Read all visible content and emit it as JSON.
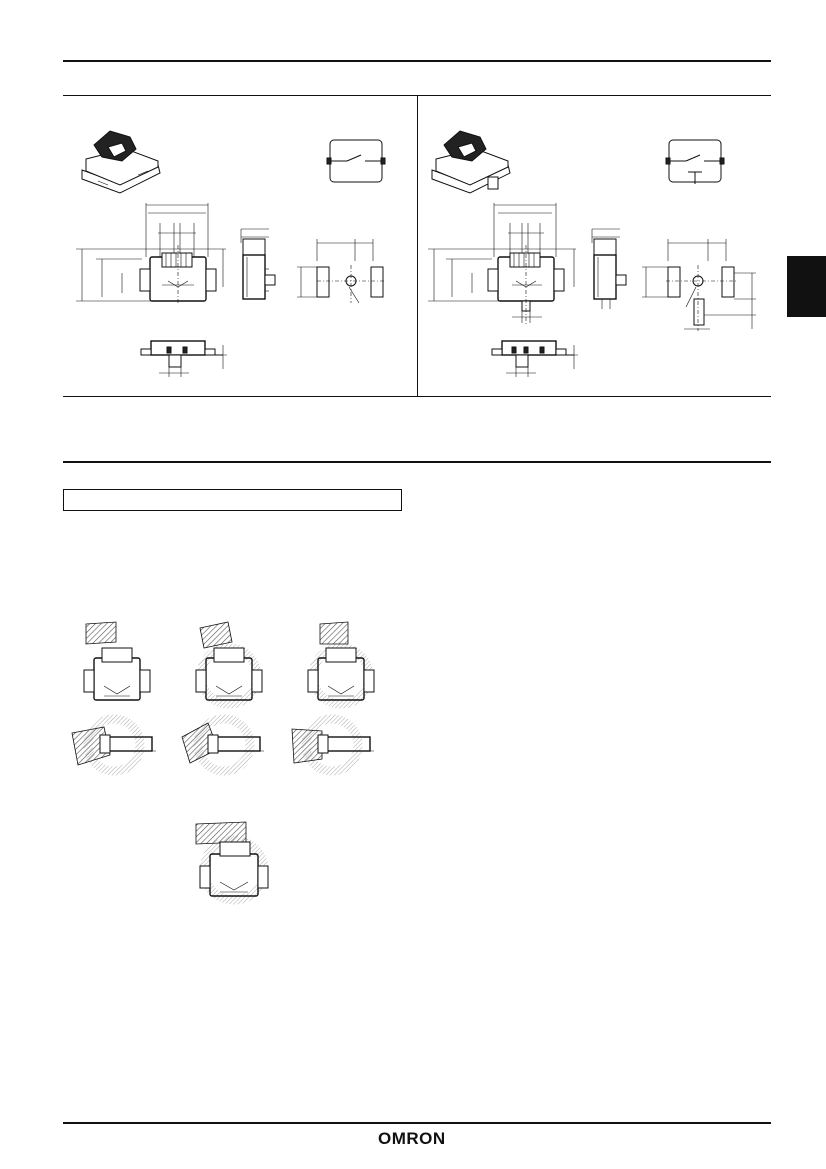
{
  "footer": {
    "brand_logo": "OMRON"
  },
  "colors": {
    "ink": "#111111",
    "paper": "#ffffff",
    "hatch": "#777777"
  },
  "figures": {
    "left_panel": [
      "product-photo",
      "circuit-diagram-no",
      "dimension-front-view",
      "dimension-side-view",
      "pcb-mounting-holes",
      "bottom-view"
    ],
    "right_panel": [
      "product-photo-with-ground",
      "circuit-diagram-with-ground",
      "dimension-front-view",
      "dimension-side-view",
      "pcb-mounting-holes-with-ground",
      "bottom-view"
    ],
    "operation_examples": [
      "correct-press-straight",
      "incorrect-press-angle",
      "incorrect-press-offset",
      "side-press-1",
      "side-press-2",
      "side-press-3",
      "incorrect-press-large-object"
    ]
  }
}
